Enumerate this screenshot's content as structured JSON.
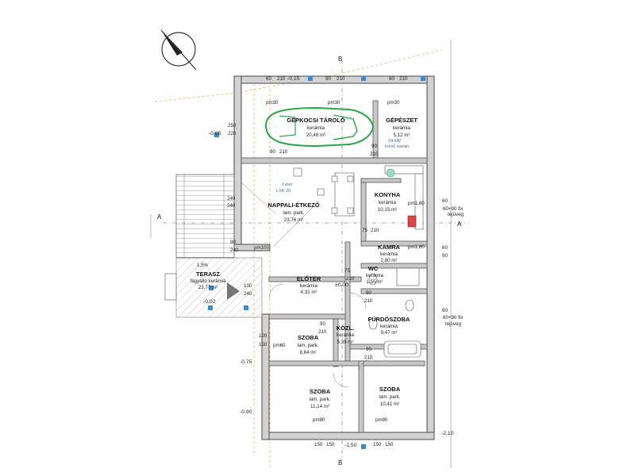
{
  "rooms": {
    "garage": {
      "name": "GÉPKOCSI TÁROLÓ",
      "floor": "kerámia",
      "area": "20,48 m²"
    },
    "tech": {
      "name": "GÉPÉSZET",
      "floor": "kerámia",
      "area": "5,12 m²"
    },
    "living": {
      "name": "NAPPALI-ÉTKEZŐ",
      "floor": "lam. park.",
      "area": "23,76 m²"
    },
    "kitchen": {
      "name": "KONYHA",
      "floor": "kerámia",
      "area": "10,15 m²"
    },
    "pantry": {
      "name": "KAMRA",
      "floor": "kerámia",
      "area": "2,80 m²"
    },
    "wc": {
      "name": "WC",
      "floor": "kerámia",
      "area": "1,55 m²"
    },
    "hall": {
      "name": "ELŐTÉR",
      "floor": "kerámia",
      "area": "4,32 m²"
    },
    "corridor": {
      "name": "KÖZL.",
      "floor": "kerámia",
      "area": "5,39 m²"
    },
    "bathroom": {
      "name": "FÜRDŐSZOBA",
      "floor": "kerámia",
      "area": "9,47 m²"
    },
    "room1": {
      "name": "SZOBA",
      "floor": "lam. park.",
      "area": "8,64 m²"
    },
    "room2": {
      "name": "SZOBA",
      "floor": "lam. park.",
      "area": "11,14 m²"
    },
    "room3": {
      "name": "SZOBA",
      "floor": "lam. park.",
      "area": "10,41 m²"
    },
    "terrace": {
      "name": "TERASZ",
      "floor": "fagyálló kerámia",
      "area": "23,77 m²",
      "slope": "1,5%"
    }
  },
  "levels": {
    "top": "-0,15",
    "left_upper": "-0,05",
    "entrance": "±0,00",
    "terrace": "-0,02",
    "left_mid": "-0,75",
    "left_low": "-0,90",
    "bottom": "-1,50",
    "right_low": "-2,10"
  },
  "section_marks": {
    "a": "A",
    "b": "B"
  },
  "notes": {
    "fireplace1": "Leier",
    "fireplace2": "LSK 20",
    "boiler1": "24 kW",
    "boiler2": "kond. kazán",
    "window_fix": "60+90 fix",
    "window_glass": "tejüveg"
  },
  "dims": {
    "d60": "60",
    "d90": "90",
    "d75": "75",
    "d100": "100",
    "d120": "120",
    "d150": "150",
    "d210": "210",
    "d220": "220",
    "d240": "240",
    "d250": "250",
    "pm30": "pm30",
    "pm60": "pm60",
    "pm80": "pm80",
    "pm90": "pm90",
    "pm100": "pm100",
    "pm180": "pm1,80"
  }
}
